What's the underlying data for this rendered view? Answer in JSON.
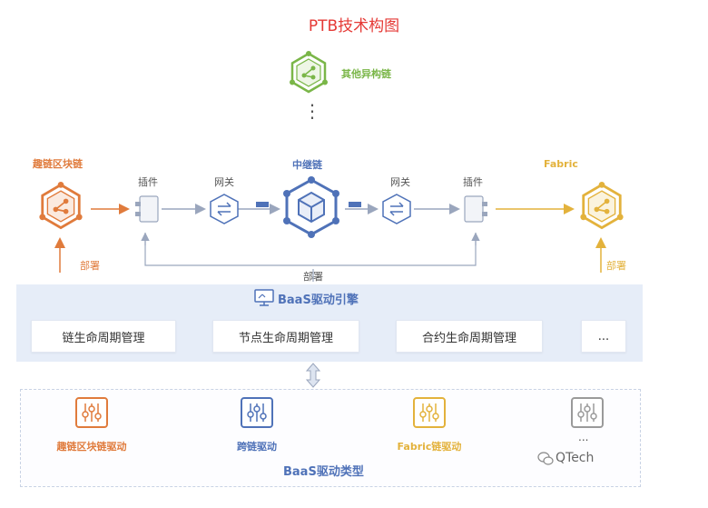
{
  "title": "PTB技术构图",
  "top_chain": {
    "label": "其他异构链"
  },
  "ellipsis_vertical": "⋮",
  "left_chain": {
    "label": "趣链区块链",
    "deploy": "部署"
  },
  "right_chain": {
    "label": "Fabric",
    "deploy": "部署"
  },
  "relay": {
    "label": "中继链"
  },
  "plugin_label": "插件",
  "gateway_label": "网关",
  "bottom_deploy": "部署",
  "engine": {
    "title": "BaaS驱动引擎",
    "items": [
      "链生命周期管理",
      "节点生命周期管理",
      "合约生命周期管理",
      "..."
    ]
  },
  "driver_types": {
    "title": "BaaS驱动类型",
    "items": [
      "趣链区块链驱动",
      "跨链驱动",
      "Fabric链驱动",
      "..."
    ]
  },
  "watermark": "QTech",
  "colors": {
    "title": "#e53935",
    "green": "#7ab648",
    "orange": "#e07b3c",
    "blue": "#4f72b8",
    "yellow": "#e3b23c",
    "gray": "#9a9a9a"
  }
}
